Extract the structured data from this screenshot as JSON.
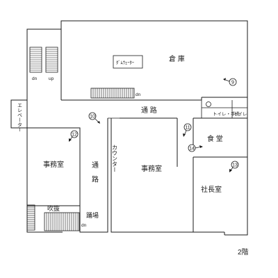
{
  "floor_label": "2階",
  "rooms": {
    "warehouse": "倉 庫",
    "corridor_top": "通 路",
    "corridor_left": "通 路",
    "office_left": "事務室",
    "office_center": "事務室",
    "counter": "カウンター",
    "cafeteria": "食 堂",
    "president_office": "社長室",
    "toilet_washroom": "トイレ・手洗",
    "toilet": "トイレ",
    "elevator": "エレベーター",
    "dumbwaiter": "ﾀﾞﾑｳｪｰﾀｰ",
    "atrium": "吹抜",
    "landing": "踊場"
  },
  "stairs": {
    "dn_left": "dn",
    "up_left": "up",
    "dn_warehouse": "dn",
    "dn_bottom": "dn"
  },
  "photo_markers": [
    "9",
    "10",
    "11",
    "12",
    "13",
    "14"
  ]
}
